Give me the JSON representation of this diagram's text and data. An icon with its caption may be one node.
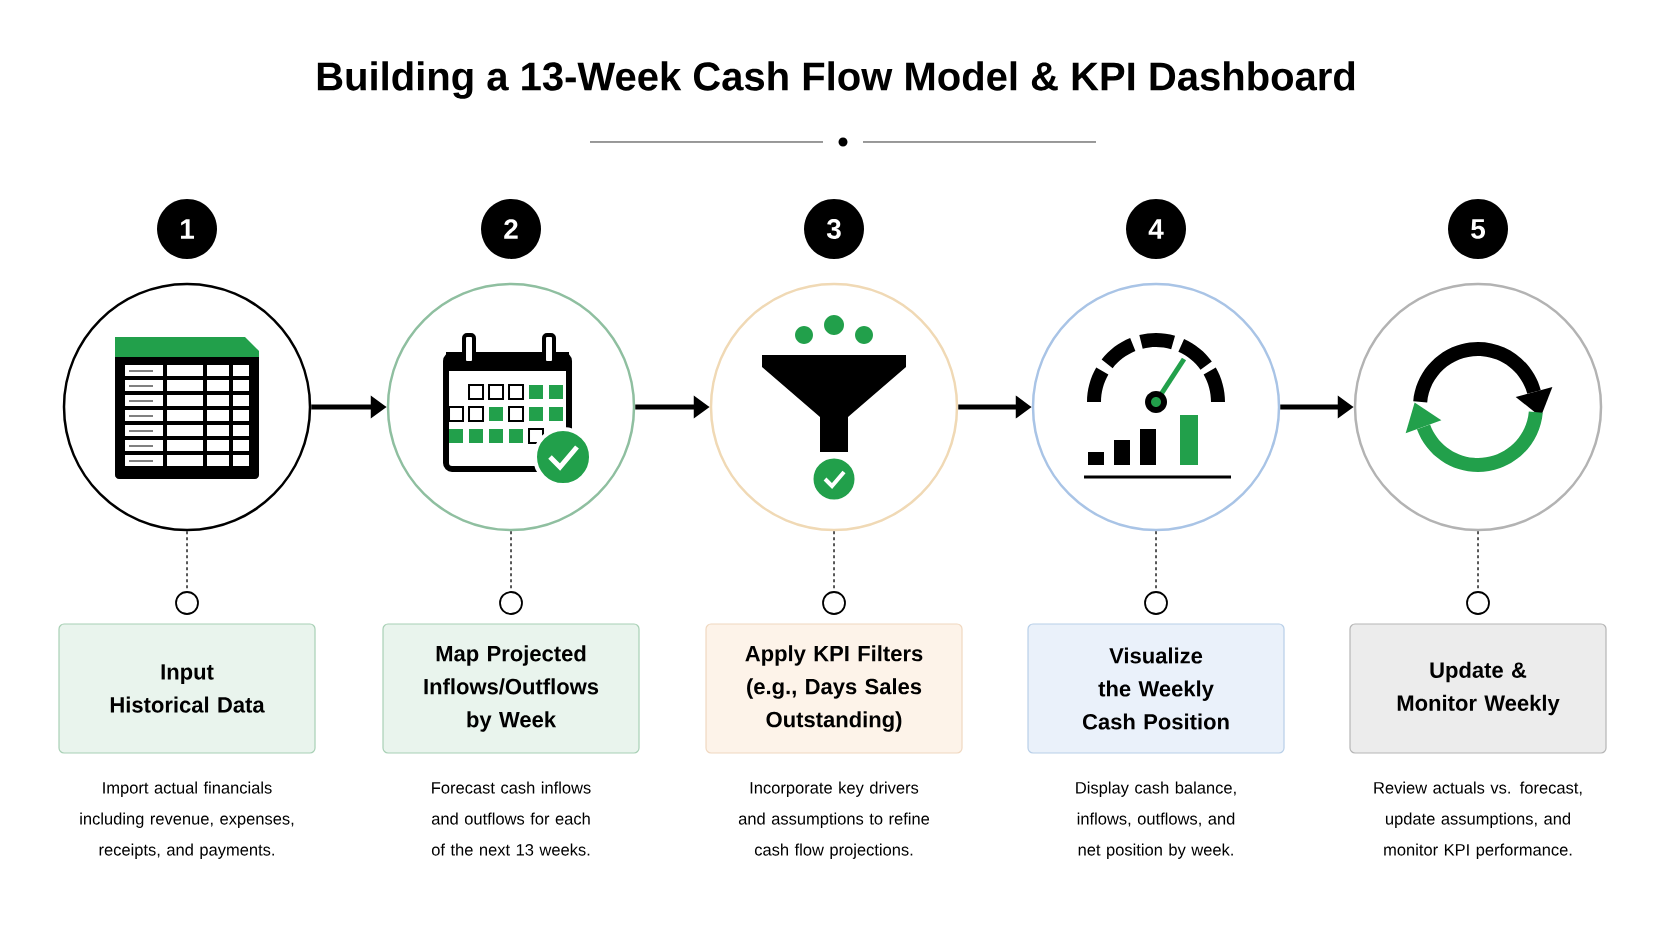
{
  "diagram": {
    "title": "Building a 13-Week Cash Flow Model & KPI Dashboard",
    "nodes": [
      {
        "text": [
          "1"
        ]
      },
      {
        "text": [],
        "shape": "circle"
      },
      {
        "text": [],
        "shape": "circle"
      },
      {
        "text": [
          "Input Historical Data"
        ],
        "beside": [
          "Import actual financials including revenue, expenses, receipts, and payments."
        ]
      },
      {
        "text": [
          "2"
        ]
      },
      {
        "text": [],
        "shape": "circle"
      },
      {
        "text": [],
        "shape": "circle"
      },
      {
        "text": [
          "Map Projected Inflows/Outflows by Week"
        ],
        "beside": [
          "Forecast cash inflows and outflows for each of the next 13 weeks."
        ]
      },
      {
        "text": [
          "3"
        ]
      },
      {
        "text": [],
        "shape": "circle"
      },
      {
        "text": [],
        "shape": "circle"
      },
      {
        "text": [
          "Apply KPI Filters (e.g., Days Sales Outstanding)"
        ],
        "beside": [
          "Incorporate key drivers and assumptions to refine cash flow projections."
        ]
      },
      {
        "text": [
          "4"
        ]
      },
      {
        "text": [],
        "shape": "circle"
      },
      {
        "text": [],
        "shape": "circle"
      },
      {
        "text": [
          "Visualize the Weekly Cash Position"
        ],
        "beside": [
          "Display cash balance, inflows, outflows, and net position by week."
        ]
      },
      {
        "text": [
          "5"
        ]
      },
      {
        "text": [],
        "shape": "circle"
      },
      {
        "text": [],
        "shape": "circle"
      },
      {
        "text": [
          "Update & Monitor Weekly"
        ],
        "beside": [
          "Review actuals vs. forecast, update assumptions, and monitor KPI performance."
        ]
      }
    ],
    "edges": [
      {
        "from": 1,
        "to": 5,
        "arrow": "to",
        "style": "thick"
      },
      {
        "from": 5,
        "to": 9,
        "arrow": "to",
        "style": "thick"
      },
      {
        "from": 9,
        "to": 13,
        "arrow": "to",
        "style": "thick"
      },
      {
        "from": 13,
        "to": 17,
        "arrow": "to",
        "style": "thick"
      },
      {
        "from": 1,
        "to": 2,
        "arrow": "none",
        "style": "dashed"
      },
      {
        "from": 5,
        "to": 6,
        "arrow": "none",
        "style": "dashed"
      },
      {
        "from": 9,
        "to": 10,
        "arrow": "none",
        "style": "dashed"
      },
      {
        "from": 13,
        "to": 14,
        "arrow": "none",
        "style": "dashed"
      },
      {
        "from": 17,
        "to": 18,
        "arrow": "none",
        "style": "dashed"
      }
    ]
  }
}
